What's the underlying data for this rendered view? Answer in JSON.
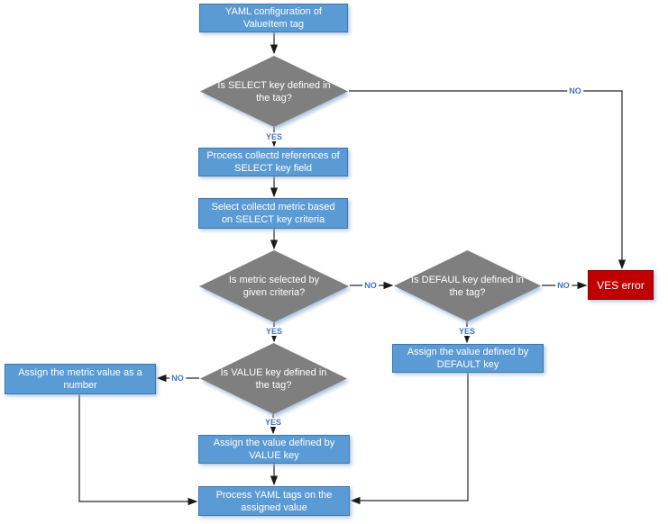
{
  "diagram": {
    "type": "flowchart",
    "colors": {
      "process_fill": "#5B9BD5",
      "process_border": "#4176A9",
      "decision_fill": "#7F7F7F",
      "error_fill": "#C00000",
      "error_border": "#8B0000",
      "edge_label_color": "#4472C4",
      "connector_color": "#262626"
    },
    "nodes": [
      {
        "id": "start",
        "type": "process",
        "label": "YAML configuration of ValueItem tag"
      },
      {
        "id": "select-key",
        "type": "decision",
        "label": "Is SELECT key defined in the tag?"
      },
      {
        "id": "process-references",
        "type": "process",
        "label": "Process collectd references of SELECT key field"
      },
      {
        "id": "select-metric",
        "type": "process",
        "label": "Select collectd metric based on SELECT key criteria"
      },
      {
        "id": "metric-selected",
        "type": "decision",
        "label": "Is metric selected by given criteria?"
      },
      {
        "id": "default-key",
        "type": "decision",
        "label": "Is DEFAUL key defined in the tag?"
      },
      {
        "id": "ves-error",
        "type": "error",
        "label": "VES error"
      },
      {
        "id": "assign-default",
        "type": "process",
        "label": "Assign the value defined by DEFAULT key"
      },
      {
        "id": "value-key",
        "type": "decision",
        "label": "Is VALUE key defined in the tag?"
      },
      {
        "id": "assign-metric",
        "type": "process",
        "label": "Assign the metric value as a number"
      },
      {
        "id": "assign-value",
        "type": "process",
        "label": "Assign the value defined by VALUE key"
      },
      {
        "id": "process-yaml-tags",
        "type": "process",
        "label": "Process YAML tags on the assigned value"
      }
    ],
    "edge_labels": {
      "yes": "YES",
      "no": "NO"
    }
  }
}
